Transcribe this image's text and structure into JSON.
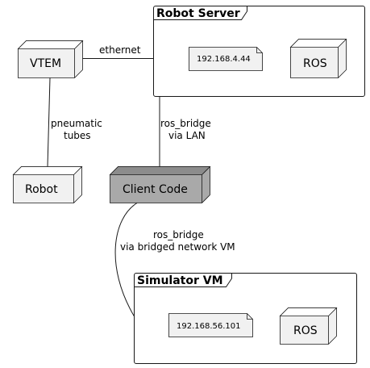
{
  "frames": {
    "robot_server": {
      "title": "Robot Server"
    },
    "simulator_vm": {
      "title": "Simulator VM"
    }
  },
  "nodes": {
    "vtem": "VTEM",
    "robot": "Robot",
    "client_code": "Client Code",
    "ros_server": "ROS",
    "ros_vm": "ROS"
  },
  "notes": {
    "server_ip": "192.168.4.44",
    "vm_ip": "192.168.56.101"
  },
  "edges": {
    "ethernet": "ethernet",
    "pneumatic_1": "pneumatic",
    "pneumatic_2": "tubes",
    "ros_bridge_lan_1": "ros_bridge",
    "ros_bridge_lan_2": "via LAN",
    "ros_bridge_vm_1": "ros_bridge",
    "ros_bridge_vm_2": "via bridged network VM"
  },
  "colors": {
    "node_fill": "#f1f1f1",
    "node_top": "#ffffff",
    "client_fill": "#a9a9a9",
    "client_top": "#8c8c8c",
    "stroke": "#181818"
  }
}
